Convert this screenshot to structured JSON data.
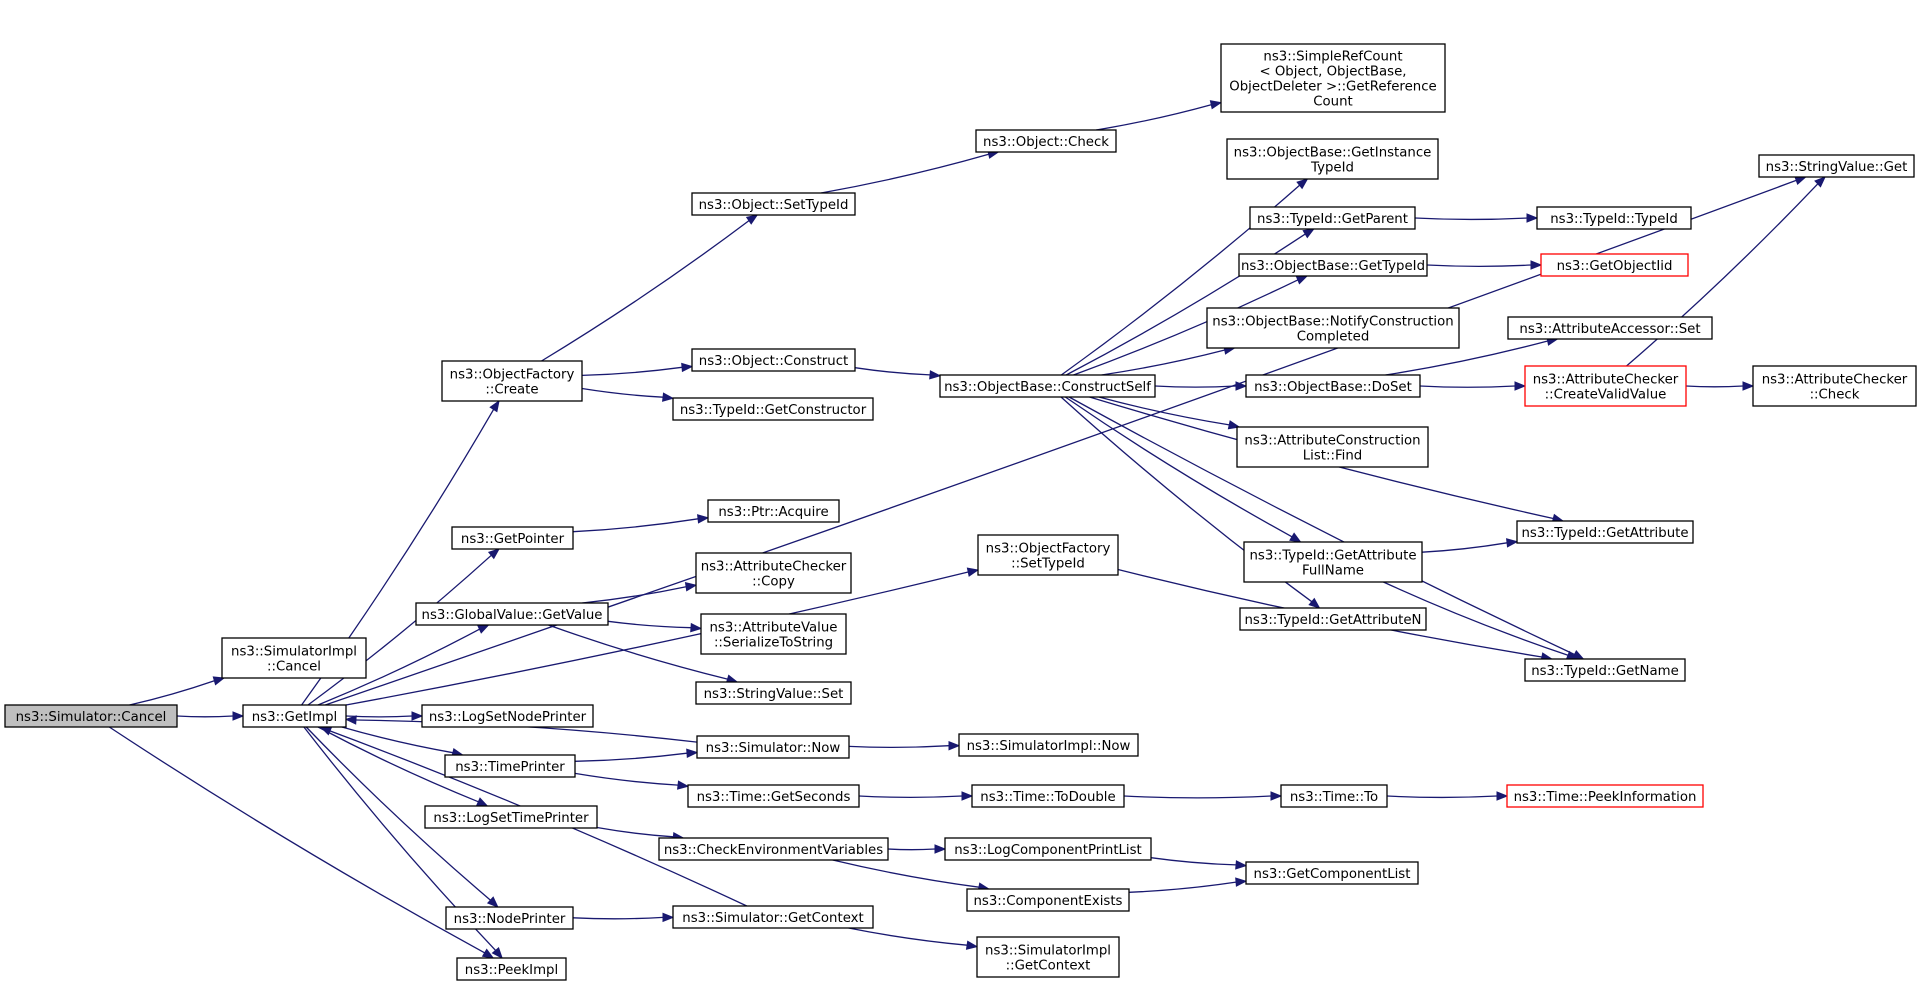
{
  "nodes": [
    {
      "id": "n0",
      "lines": [
        "ns3::Simulator::Cancel"
      ],
      "style": "root"
    },
    {
      "id": "n1",
      "lines": [
        "ns3::SimulatorImpl",
        "::Cancel"
      ]
    },
    {
      "id": "n2",
      "lines": [
        "ns3::GetImpl"
      ]
    },
    {
      "id": "n3",
      "lines": [
        "ns3::ObjectFactory",
        "::Create"
      ]
    },
    {
      "id": "n4",
      "lines": [
        "ns3::GetPointer"
      ]
    },
    {
      "id": "n5",
      "lines": [
        "ns3::GlobalValue::GetValue"
      ]
    },
    {
      "id": "n6",
      "lines": [
        "ns3::LogSetNodePrinter"
      ]
    },
    {
      "id": "n7",
      "lines": [
        "ns3::TimePrinter"
      ]
    },
    {
      "id": "n8",
      "lines": [
        "ns3::LogSetTimePrinter"
      ]
    },
    {
      "id": "n9",
      "lines": [
        "ns3::NodePrinter"
      ]
    },
    {
      "id": "n10",
      "lines": [
        "ns3::PeekImpl"
      ]
    },
    {
      "id": "n11",
      "lines": [
        "ns3::Object::SetTypeId"
      ]
    },
    {
      "id": "n12",
      "lines": [
        "ns3::Object::Construct"
      ]
    },
    {
      "id": "n13",
      "lines": [
        "ns3::TypeId::GetConstructor"
      ]
    },
    {
      "id": "n14",
      "lines": [
        "ns3::Ptr::Acquire"
      ]
    },
    {
      "id": "n15",
      "lines": [
        "ns3::AttributeChecker",
        "::Copy"
      ]
    },
    {
      "id": "n16",
      "lines": [
        "ns3::AttributeValue",
        "::SerializeToString"
      ]
    },
    {
      "id": "n17",
      "lines": [
        "ns3::StringValue::Set"
      ]
    },
    {
      "id": "n18",
      "lines": [
        "ns3::Simulator::Now"
      ]
    },
    {
      "id": "n19",
      "lines": [
        "ns3::Time::GetSeconds"
      ]
    },
    {
      "id": "n20",
      "lines": [
        "ns3::CheckEnvironmentVariables"
      ]
    },
    {
      "id": "n21",
      "lines": [
        "ns3::Simulator::GetContext"
      ]
    },
    {
      "id": "n22",
      "lines": [
        "ns3::Object::Check"
      ]
    },
    {
      "id": "n23",
      "lines": [
        "ns3::ObjectBase::ConstructSelf"
      ]
    },
    {
      "id": "n24",
      "lines": [
        "ns3::ObjectFactory",
        "::SetTypeId"
      ]
    },
    {
      "id": "n25",
      "lines": [
        "ns3::SimulatorImpl::Now"
      ]
    },
    {
      "id": "n26",
      "lines": [
        "ns3::Time::ToDouble"
      ]
    },
    {
      "id": "n27",
      "lines": [
        "ns3::LogComponentPrintList"
      ]
    },
    {
      "id": "n28",
      "lines": [
        "ns3::ComponentExists"
      ]
    },
    {
      "id": "n29",
      "lines": [
        "ns3::SimulatorImpl",
        "::GetContext"
      ]
    },
    {
      "id": "n30",
      "lines": [
        "ns3::SimpleRefCount",
        "< Object, ObjectBase,",
        "ObjectDeleter >::GetReference",
        "Count"
      ]
    },
    {
      "id": "n31",
      "lines": [
        "ns3::ObjectBase::GetInstance",
        "TypeId"
      ]
    },
    {
      "id": "n32",
      "lines": [
        "ns3::TypeId::GetParent"
      ]
    },
    {
      "id": "n33",
      "lines": [
        "ns3::ObjectBase::GetTypeId"
      ]
    },
    {
      "id": "n34",
      "lines": [
        "ns3::ObjectBase::NotifyConstruction",
        "Completed"
      ]
    },
    {
      "id": "n35",
      "lines": [
        "ns3::ObjectBase::DoSet"
      ]
    },
    {
      "id": "n36",
      "lines": [
        "ns3::AttributeConstruction",
        "List::Find"
      ]
    },
    {
      "id": "n37",
      "lines": [
        "ns3::TypeId::GetAttribute",
        "FullName"
      ]
    },
    {
      "id": "n38",
      "lines": [
        "ns3::TypeId::GetAttributeN"
      ]
    },
    {
      "id": "n39",
      "lines": [
        "ns3::Time::To"
      ]
    },
    {
      "id": "n40",
      "lines": [
        "ns3::GetComponentList"
      ]
    },
    {
      "id": "n41",
      "lines": [
        "ns3::TypeId::TypeId"
      ]
    },
    {
      "id": "n42",
      "lines": [
        "ns3::GetObjectIid"
      ],
      "style": "red"
    },
    {
      "id": "n43",
      "lines": [
        "ns3::AttributeAccessor::Set"
      ]
    },
    {
      "id": "n44",
      "lines": [
        "ns3::AttributeChecker",
        "::CreateValidValue"
      ],
      "style": "red"
    },
    {
      "id": "n45",
      "lines": [
        "ns3::TypeId::GetAttribute"
      ]
    },
    {
      "id": "n46",
      "lines": [
        "ns3::TypeId::GetName"
      ]
    },
    {
      "id": "n47",
      "lines": [
        "ns3::Time::PeekInformation"
      ],
      "style": "red"
    },
    {
      "id": "n48",
      "lines": [
        "ns3::StringValue::Get"
      ]
    },
    {
      "id": "n49",
      "lines": [
        "ns3::AttributeChecker",
        "::Check"
      ]
    }
  ],
  "edges": [
    [
      "n0",
      "n1"
    ],
    [
      "n0",
      "n2"
    ],
    [
      "n0",
      "n10"
    ],
    [
      "n2",
      "n3"
    ],
    [
      "n2",
      "n4"
    ],
    [
      "n2",
      "n5"
    ],
    [
      "n2",
      "n6"
    ],
    [
      "n2",
      "n7"
    ],
    [
      "n2",
      "n8"
    ],
    [
      "n2",
      "n9"
    ],
    [
      "n2",
      "n10"
    ],
    [
      "n2",
      "n24"
    ],
    [
      "n3",
      "n11"
    ],
    [
      "n3",
      "n12"
    ],
    [
      "n3",
      "n13"
    ],
    [
      "n4",
      "n14"
    ],
    [
      "n5",
      "n15"
    ],
    [
      "n5",
      "n16"
    ],
    [
      "n5",
      "n17"
    ],
    [
      "n7",
      "n18"
    ],
    [
      "n7",
      "n19"
    ],
    [
      "n8",
      "n20"
    ],
    [
      "n9",
      "n21"
    ],
    [
      "n11",
      "n22"
    ],
    [
      "n12",
      "n23"
    ],
    [
      "n18",
      "n2"
    ],
    [
      "n18",
      "n25"
    ],
    [
      "n19",
      "n26"
    ],
    [
      "n20",
      "n27"
    ],
    [
      "n20",
      "n28"
    ],
    [
      "n21",
      "n2"
    ],
    [
      "n21",
      "n29"
    ],
    [
      "n22",
      "n30"
    ],
    [
      "n23",
      "n31"
    ],
    [
      "n23",
      "n32"
    ],
    [
      "n23",
      "n33"
    ],
    [
      "n23",
      "n34"
    ],
    [
      "n23",
      "n35"
    ],
    [
      "n23",
      "n36"
    ],
    [
      "n23",
      "n37"
    ],
    [
      "n23",
      "n38"
    ],
    [
      "n23",
      "n45"
    ],
    [
      "n23",
      "n46"
    ],
    [
      "n24",
      "n46"
    ],
    [
      "n26",
      "n39"
    ],
    [
      "n27",
      "n40"
    ],
    [
      "n28",
      "n40"
    ],
    [
      "n32",
      "n41"
    ],
    [
      "n33",
      "n42"
    ],
    [
      "n35",
      "n43"
    ],
    [
      "n35",
      "n44"
    ],
    [
      "n37",
      "n45"
    ],
    [
      "n37",
      "n46"
    ],
    [
      "n39",
      "n47"
    ],
    [
      "n44",
      "n48"
    ],
    [
      "n44",
      "n49"
    ],
    [
      "n2",
      "n48"
    ]
  ]
}
